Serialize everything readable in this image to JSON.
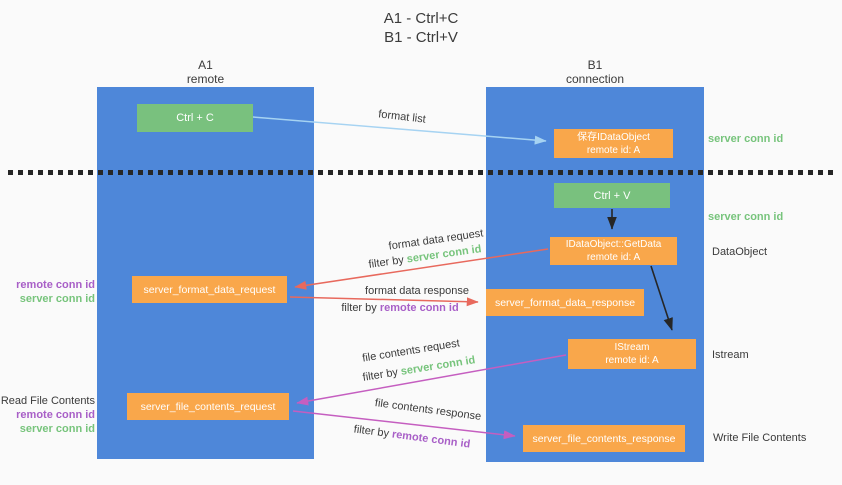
{
  "title": {
    "line1": "A1 - Ctrl+C",
    "line2": "B1 - Ctrl+V"
  },
  "columns": {
    "left": {
      "id": "A1",
      "subtitle": "remote"
    },
    "right": {
      "id": "B1",
      "subtitle": "connection"
    }
  },
  "nodes": {
    "ctrl_c": "Ctrl + C",
    "ctrl_v": "Ctrl + V",
    "save_dataobject": {
      "line1": "保存IDataObject",
      "line2": "remote id: A"
    },
    "getdata": {
      "line1": "IDataObject::GetData",
      "line2": "remote id: A"
    },
    "istream": {
      "line1": "IStream",
      "line2": "remote id: A"
    },
    "format_request": "server_format_data_request",
    "format_response": "server_format_data_response",
    "file_request": "server_file_contents_request",
    "file_response": "server_file_contents_response"
  },
  "arrow_labels": {
    "format_list": "format list",
    "format_data_request": "format data request",
    "format_data_response": "format data response",
    "file_contents_request": "file contents request",
    "file_contents_response": "file contents response",
    "filter_by": "filter by",
    "server_conn_id": "server conn id",
    "remote_conn_id": "remote conn id"
  },
  "annotations": {
    "right": {
      "server_conn_id_top": "server conn id",
      "server_conn_id_mid": "server conn id",
      "dataobject": "DataObject",
      "istream": "Istream",
      "write_file_contents": "Write File Contents"
    },
    "left": {
      "remote_conn_id_1": "remote conn id",
      "server_conn_id_1": "server conn id",
      "read_file_contents": "Read File Contents",
      "remote_conn_id_2": "remote conn id",
      "server_conn_id_2": "server conn id"
    }
  },
  "colors": {
    "panel_blue": "#4e87d9",
    "node_orange": "#f9a74b",
    "button_green": "#79c17e",
    "arrow_light_blue": "#a6d3f2",
    "arrow_salmon": "#e8695d",
    "arrow_magenta": "#c55ec0",
    "arrow_black": "#262626",
    "text_green": "#77c47c",
    "text_purple": "#a85fc7",
    "background": "#fafafa"
  }
}
